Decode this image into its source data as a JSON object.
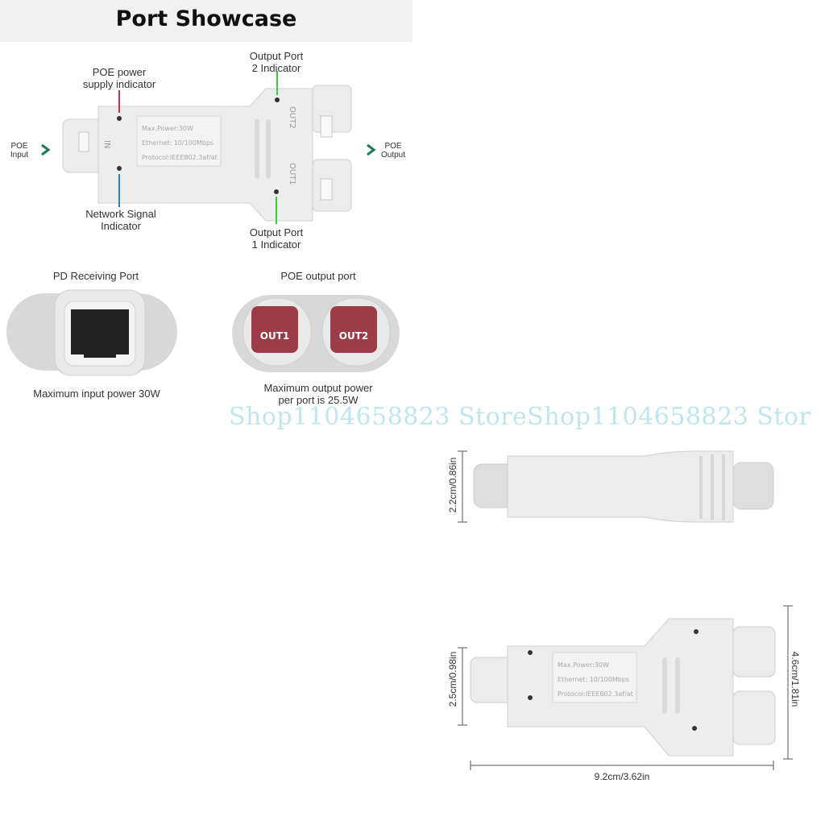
{
  "title": "Port Showcase",
  "labels": {
    "poe_power_indicator": "POE power\nsupply indicator",
    "output_port2_indicator": "Output Port\n2 Indicator",
    "network_signal_indicator": "Network Signal\nIndicator",
    "output_port1_indicator": "Output Port\n1 Indicator",
    "poe_input": "POE\nInput",
    "poe_output": "POE\nOutput",
    "pd_receiving_port": "PD Receiving Port",
    "poe_output_port": "POE output port",
    "max_input_power": "Maximum input power 30W",
    "max_output_power": "Maximum output power\nper port is 25.5W"
  },
  "ports": {
    "out1": "OUT1",
    "out2": "OUT2",
    "in": "IN",
    "out1_side": "OUT1",
    "out2_side": "OUT2"
  },
  "device_spec": [
    "Max.Power:30W",
    "Ethernet: 10/100Mbps",
    "Protocol:IEEE802.3af/at"
  ],
  "watermark": "Shop1104658823 StoreShop1104658823 Stor",
  "dimensions": {
    "height_side": "2.2cm/0.86in",
    "height_input": "2.5cm/0.98in",
    "height_output": "4.6cm/1.81in",
    "length": "9.2cm/3.62in"
  },
  "colors": {
    "power_indicator": "#c8323c",
    "network_indicator": "#2f7fc1",
    "output_indicator": "#3ec63e",
    "arrow": "#1f7a5a",
    "port_red": "#9c3c46"
  }
}
